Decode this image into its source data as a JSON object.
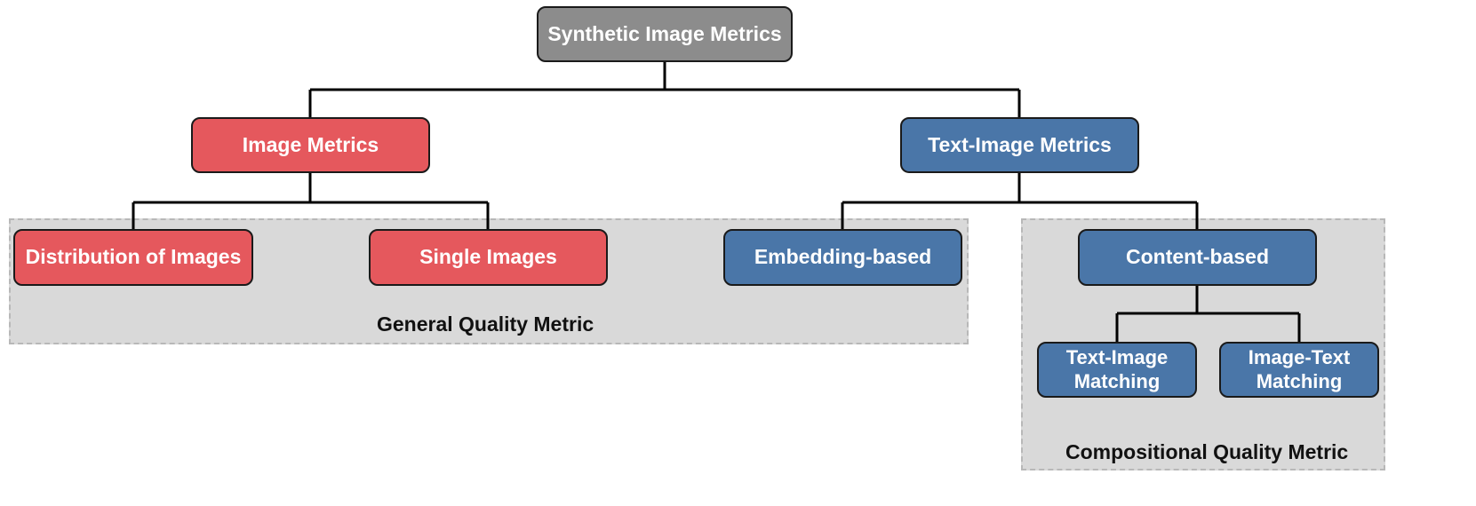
{
  "colors": {
    "root": "#8c8c8c",
    "image_branch": "#e5585d",
    "text_image_branch": "#4a76a8",
    "group_background": "#d9d9d9",
    "connector": "#000000"
  },
  "nodes": {
    "root": "Synthetic Image Metrics",
    "image_metrics": "Image Metrics",
    "text_image_metrics": "Text-Image Metrics",
    "distribution_of_images": "Distribution of Images",
    "single_images": "Single Images",
    "embedding_based": "Embedding-based",
    "content_based": "Content-based",
    "text_image_matching": "Text-Image Matching",
    "image_text_matching": "Image-Text Matching"
  },
  "groups": {
    "general": "General Quality Metric",
    "compositional": "Compositional Quality Metric"
  },
  "edges": [
    [
      "root",
      "image_metrics"
    ],
    [
      "root",
      "text_image_metrics"
    ],
    [
      "image_metrics",
      "distribution_of_images"
    ],
    [
      "image_metrics",
      "single_images"
    ],
    [
      "text_image_metrics",
      "embedding_based"
    ],
    [
      "text_image_metrics",
      "content_based"
    ],
    [
      "content_based",
      "text_image_matching"
    ],
    [
      "content_based",
      "image_text_matching"
    ]
  ]
}
